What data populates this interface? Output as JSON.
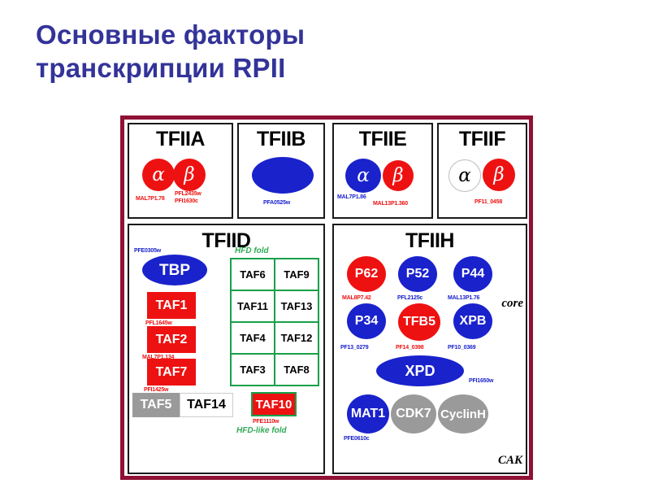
{
  "slide": {
    "title": "Основные факторы транскрипции RPII",
    "title_color": "#333399"
  },
  "figure": {
    "frame_color": "#8f1134",
    "palette": {
      "red": "#ee1111",
      "blue": "#1a22cc",
      "grey": "#9a9a9a",
      "green": "#18a04a",
      "white": "#ffffff"
    },
    "panels": {
      "tfiia": {
        "title": "TFIIA",
        "alpha": "α",
        "beta": "β",
        "genes": [
          "MAL7P1.78",
          "PFL2435w",
          "PFI1630c"
        ]
      },
      "tfiib": {
        "title": "TFIIB",
        "gene": "PFA0525w"
      },
      "tfiie": {
        "title": "TFIIE",
        "alpha": "α",
        "beta": "β",
        "genes": [
          "MAL7P1.86",
          "MAL13P1.360"
        ]
      },
      "tfiif": {
        "title": "TFIIF",
        "alpha": "α",
        "beta": "β",
        "gene": "PF11_0458"
      },
      "tfiid": {
        "title": "TFIID",
        "tbp": "TBP",
        "tbp_gene": "PFE0305w",
        "taf1": "TAF1",
        "taf1_gene": "PFL1645w",
        "taf2": "TAF2",
        "taf2_gene": "MAL7P1.134",
        "taf7": "TAF7",
        "taf7_gene": "PFI1425w",
        "taf5": "TAF5",
        "taf14": "TAF14",
        "hfd_fold_label": "HFD fold",
        "hfd_cells": [
          "TAF6",
          "TAF9",
          "TAF11",
          "TAF13",
          "TAF4",
          "TAF12",
          "TAF3",
          "TAF8"
        ],
        "taf10": "TAF10",
        "taf10_gene": "PFE1110w",
        "hfd_like_label": "HFD-like fold"
      },
      "tfiih": {
        "title": "TFIIH",
        "p62": "P62",
        "p62_gene": "MAL8P7.42",
        "p52": "P52",
        "p52_gene": "PFL2125c",
        "p44": "P44",
        "p44_gene": "MAL13P1.76",
        "p34": "P34",
        "p34_gene": "PF13_0279",
        "tfb5": "TFB5",
        "tfb5_gene": "PF14_0398",
        "xpb": "XPB",
        "xpb_gene": "PF10_0369",
        "xpd": "XPD",
        "xpd_gene": "PFI1650w",
        "mat1": "MAT1",
        "mat1_gene": "PFE0610c",
        "cdk7": "CDK7",
        "cyclinh": "CyclinH",
        "core_label": "core",
        "cak_label": "CAK"
      }
    }
  }
}
